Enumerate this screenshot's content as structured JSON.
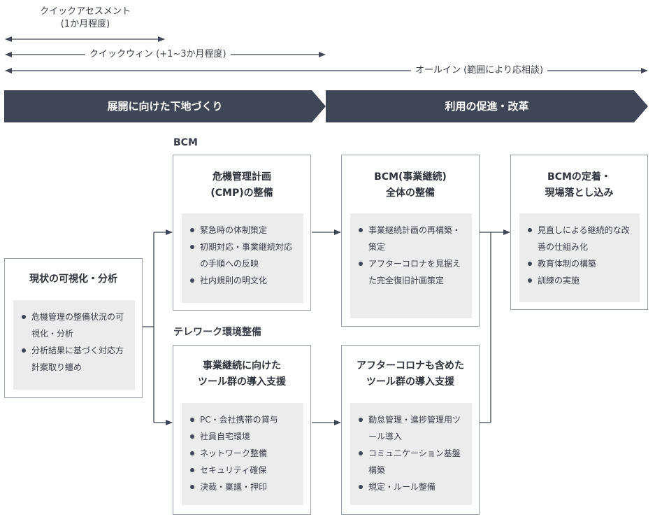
{
  "timeline": {
    "quick_assessment_line1": "クイックアセスメント",
    "quick_assessment_line2": "(1か月程度)",
    "quick_win": "クイックウィン (+1~3か月程度)",
    "all_in": "オールイン (範囲により応相談)"
  },
  "phases": {
    "left": "展開に向けた下地づくり",
    "right": "利用の促進・改革"
  },
  "sections": {
    "bcm": "BCM",
    "telework": "テレワーク環境整備"
  },
  "cards": {
    "current_state": {
      "title": "現状の可視化・分析",
      "items": [
        "危機管理の整備状況の可視化・分析",
        "分析結果に基づく対応方針案取り纏め"
      ]
    },
    "cmp": {
      "title_line1": "危機管理計画",
      "title_line2": "(CMP)の整備",
      "items": [
        "緊急時の体制策定",
        "初期対応・事業継続対応の手順への反映",
        "社内規則の明文化"
      ]
    },
    "bcm_overall": {
      "title_line1": "BCM(事業継続)",
      "title_line2": "全体の整備",
      "items": [
        "事業継続計画の再構築・策定",
        "アフターコロナを見据えた完全復旧計画策定"
      ]
    },
    "bcm_fixation": {
      "title_line1": "BCMの定着・",
      "title_line2": "現場落とし込み",
      "items": [
        "見直しによる継続的な改善の仕組み化",
        "教育体制の構築",
        "訓練の実施"
      ]
    },
    "tools_bcp": {
      "title_line1": "事業継続に向けた",
      "title_line2": "ツール群の導入支援",
      "items": [
        "PC・会社携帯の貸与",
        "社員自宅環境",
        "ネットワーク整備",
        "セキュリティ確保",
        "決裁・稟議・押印"
      ]
    },
    "tools_after": {
      "title_line1": "アフターコロナも含めた",
      "title_line2": "ツール群の導入支援",
      "items": [
        "勤怠管理・進捗管理用ツール導入",
        "コミュニケーション基盤構築",
        "規定・ルール整備"
      ]
    }
  },
  "colors": {
    "phase_fill": "#3f4656",
    "line": "#3f4656",
    "card_border": "#9aa0aa",
    "inner_fill": "#ececec"
  }
}
